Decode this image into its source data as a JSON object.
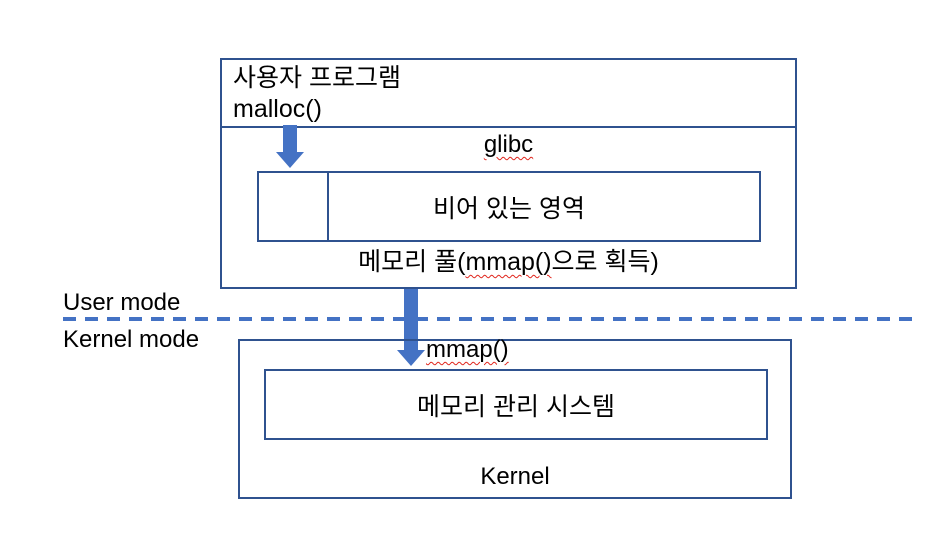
{
  "colors": {
    "arrow_blue": "#4472C4",
    "box_border_blue": "#2F528F",
    "squiggle_red": "#e0241b",
    "text": "#000000",
    "background": "#ffffff"
  },
  "user_space": {
    "program_box": {
      "title": "사용자 프로그램",
      "call": "malloc()"
    },
    "glibc_box": {
      "label": "glibc",
      "empty_region": "비어 있는 영역",
      "pool_caption": {
        "prefix": "메모리 풀(",
        "highlight": "mmap()",
        "suffix": "으로 획득)"
      }
    }
  },
  "boundary": {
    "user_label": "User mode",
    "kernel_label": "Kernel mode"
  },
  "kernel_space": {
    "call": "mmap()",
    "inner_label": "메모리 관리 시스템",
    "box_label": "Kernel"
  },
  "icons": {
    "malloc_arrow": "down-arrow",
    "mmap_arrow": "down-arrow"
  }
}
